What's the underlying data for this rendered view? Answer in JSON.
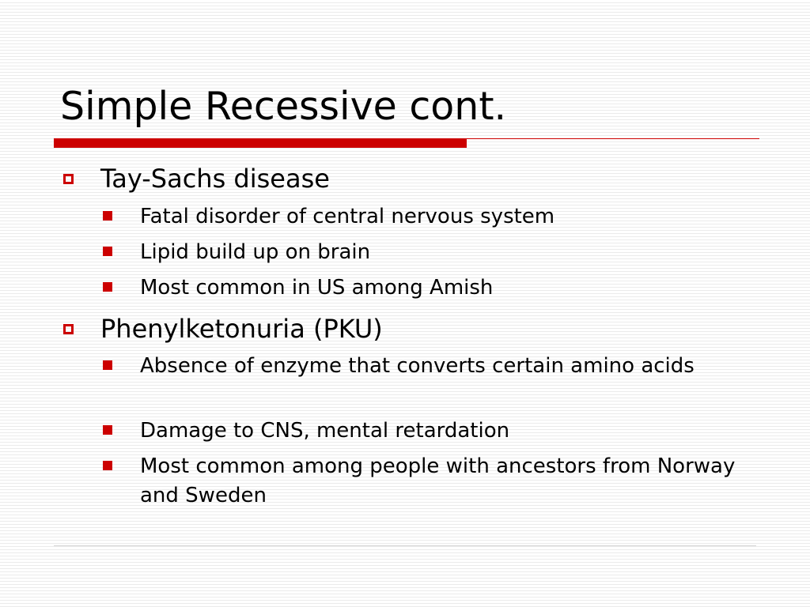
{
  "slide": {
    "title": "Simple Recessive cont.",
    "accent_color": "#cc0000",
    "bullets": [
      {
        "text": "Tay-Sachs disease",
        "subitems": [
          "Fatal disorder of central nervous system",
          "Lipid build up on brain",
          "Most common in US among Amish"
        ]
      },
      {
        "text": "Phenylketonuria (PKU)",
        "subitems": [
          "Absence of enzyme that converts certain amino acids",
          "Damage to CNS, mental retardation",
          "Most common among people with ancestors from Norway and Sweden"
        ]
      }
    ]
  }
}
